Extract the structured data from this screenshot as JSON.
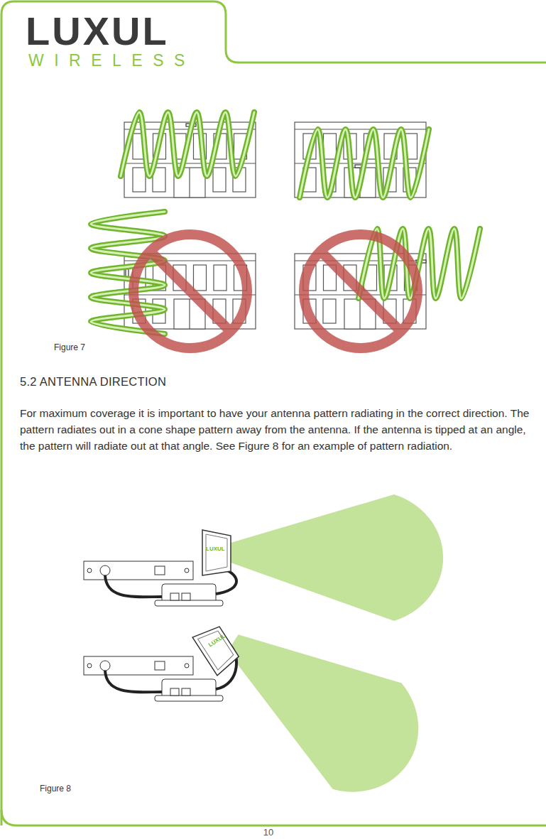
{
  "diagram": {
    "title": "5.2 ANTENNA DIRECTION",
    "labels": [
      "LUXUL",
      "WIRELESS",
      "Figure 7",
      "For maximum coverage it is important to have your antenna pattern radiating in the correct direction. The pattern radiates out in a cone shape pattern away from the antenna. If the antenna is tipped at an angle, the pattern will radiate out at that angle. See Figure 8 for an example of pattern radiation.",
      "LUXUL",
      "LUXUL",
      "Figure 8",
      "10"
    ]
  }
}
